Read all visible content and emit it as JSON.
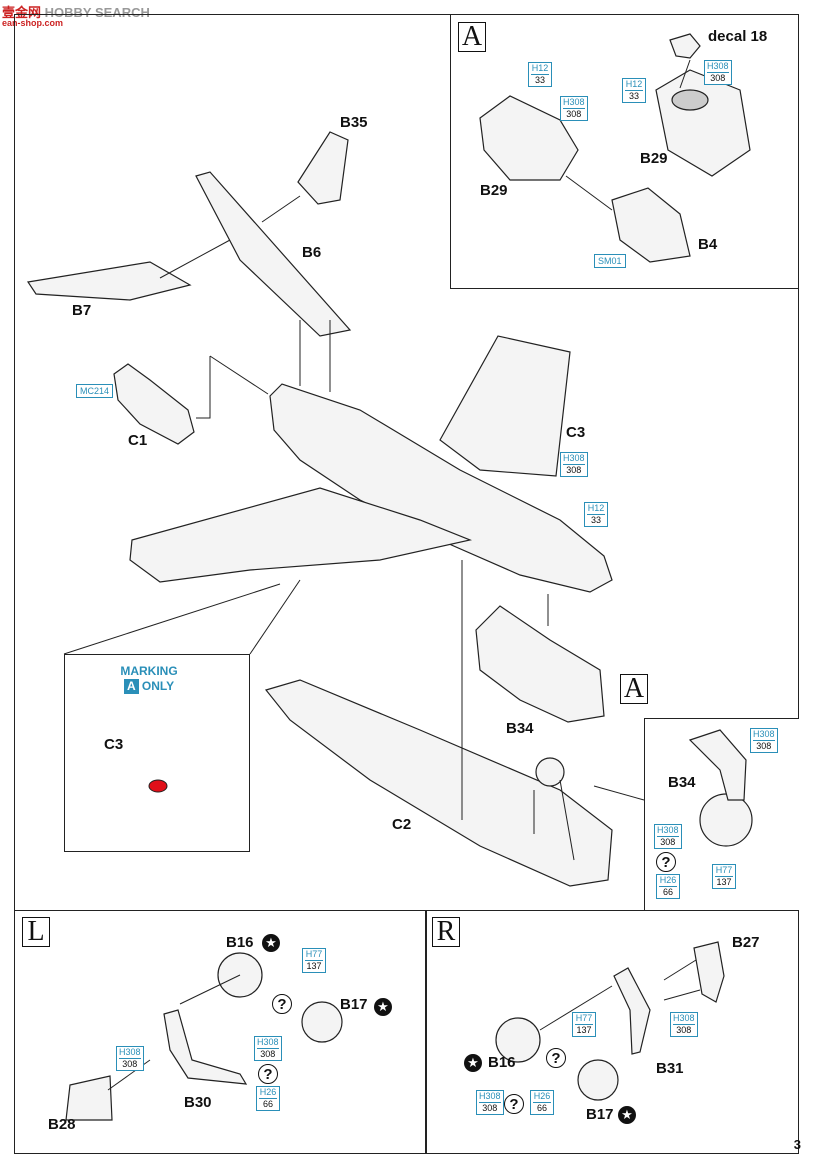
{
  "watermark": {
    "brand": "HOBBY SEARCH",
    "cn": "壹金网",
    "domain": "ean-shop.com"
  },
  "labels": {
    "decal18": "decal 18",
    "B35": "B35",
    "B6": "B6",
    "B7": "B7",
    "C1": "C1",
    "C3": "C3",
    "B29a": "B29",
    "B29b": "B29",
    "B4": "B4",
    "C3b": "C3",
    "C2": "C2",
    "B34a": "B34",
    "B34b": "B34",
    "B16L": "B16",
    "B17L": "B17",
    "B28": "B28",
    "B30": "B30",
    "B27": "B27",
    "B16R": "B16",
    "B17R": "B17",
    "B31": "B31"
  },
  "section_letters": {
    "A1": "A",
    "A2": "A",
    "L": "L",
    "R": "R"
  },
  "marking": {
    "line1": "MARKING",
    "letter": "A",
    "line2": "ONLY"
  },
  "color_codes": {
    "mc214": "MC214",
    "sm01": "SM01",
    "a_h12_c": "H12",
    "a_h12_n": "33",
    "a_h308_c": "H308",
    "a_h308_n": "308",
    "a2_h12_c": "H12",
    "a2_h12_n": "33",
    "a2_h308_c": "H308",
    "a2_h308_n": "308",
    "c3_h308_c": "H308",
    "c3_h308_n": "308",
    "c3_h12_c": "H12",
    "c3_h12_n": "33",
    "b34_h308_c": "H308",
    "b34_h308_n": "308",
    "b34_h308b_c": "H308",
    "b34_h308b_n": "308",
    "b34_h26_c": "H26",
    "b34_h26_n": "66",
    "b34_h77_c": "H77",
    "b34_h77_n": "137",
    "l_h77_c": "H77",
    "l_h77_n": "137",
    "l_h308_c": "H308",
    "l_h308_n": "308",
    "l_h308b_c": "H308",
    "l_h308b_n": "308",
    "l_h26_c": "H26",
    "l_h26_n": "66",
    "r_h77_c": "H77",
    "r_h77_n": "137",
    "r_h308_c": "H308",
    "r_h308_n": "308",
    "r_h308b_c": "H308",
    "r_h308b_n": "308",
    "r_h26_c": "H26",
    "r_h26_n": "66"
  },
  "question_mark": "?",
  "star": "★",
  "page_number": "3"
}
